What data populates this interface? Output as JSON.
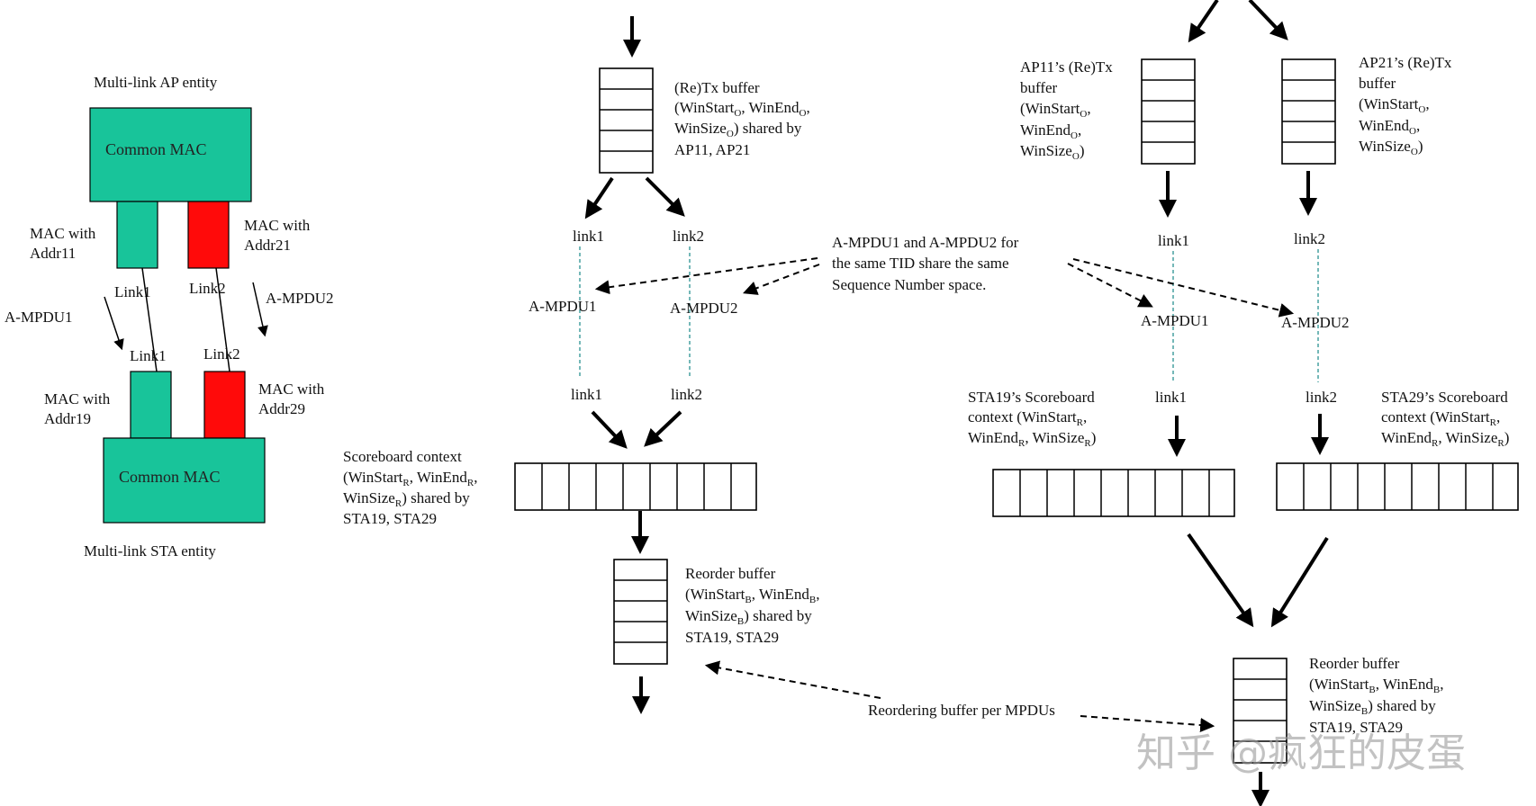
{
  "colors": {
    "teal": "#18c49a",
    "red": "#ff0a0a",
    "black": "#000000"
  },
  "left": {
    "ap_entity": "Multi-link AP entity",
    "sta_entity": "Multi-link STA entity",
    "common_mac": "Common MAC",
    "mac11_l1": "MAC with",
    "mac11_l2": "Addr11",
    "mac21_l1": "MAC with",
    "mac21_l2": "Addr21",
    "mac19_l1": "MAC with",
    "mac19_l2": "Addr19",
    "mac29_l1": "MAC with",
    "mac29_l2": "Addr29",
    "link1": "Link1",
    "link2": "Link2",
    "ampdu1": "A-MPDU1",
    "ampdu2": "A-MPDU2"
  },
  "middle": {
    "tx_l1": "(Re)Tx buffer",
    "tx_l2_a": "(WinStart",
    "tx_l2_b": ", WinEnd",
    "tx_l2_c": ",",
    "tx_l3_a": "WinSize",
    "tx_l3_b": ") shared by",
    "tx_l4": "AP11, AP21",
    "link1": "link1",
    "link2": "link2",
    "ampdu1": "A-MPDU1",
    "ampdu2": "A-MPDU2",
    "note_l1": "A-MPDU1 and A-MPDU2 for",
    "note_l2": "the same TID share the same",
    "note_l3": "Sequence Number space.",
    "sb_l1": "Scoreboard context",
    "sb_l2_a": "(WinStart",
    "sb_l2_b": ", WinEnd",
    "sb_l2_c": ",",
    "sb_l3_a": "WinSize",
    "sb_l3_b": ") shared by",
    "sb_l4": "STA19, STA29",
    "rb_l1": "Reorder buffer",
    "rb_l2_a": "(WinStart",
    "rb_l2_b": ", WinEnd",
    "rb_l2_c": ",",
    "rb_l3_a": "WinSize",
    "rb_l3_b": ") shared by",
    "rb_l4": "STA19, STA29",
    "reorder_note": "Reordering buffer per MPDUs"
  },
  "right": {
    "ap11_l1": "AP11’s (Re)Tx",
    "ap11_l2": "buffer",
    "ap21_l1": "AP21’s (Re)Tx",
    "ap21_l2": "buffer",
    "ws_a": "(WinStart",
    "ws_b": ",",
    "we_a": "WinEnd",
    "we_b": ",",
    "wz_a": "WinSize",
    "wz_b": ")",
    "link1": "link1",
    "link2": "link2",
    "ampdu1": "A-MPDU1",
    "ampdu2": "A-MPDU2",
    "sta19_l1": "STA19’s Scoreboard",
    "sta19_l2_a": "context (WinStart",
    "sta19_l2_b": ",",
    "sta19_l3_a": "WinEnd",
    "sta19_l3_b": ", WinSize",
    "sta19_l3_c": ")",
    "sta29_l1": "STA29’s Scoreboard",
    "sta29_l2_a": "context (WinStart",
    "sta29_l2_b": ",",
    "sta29_l3_a": "WinEnd",
    "sta29_l3_b": ", WinSize",
    "sta29_l3_c": ")",
    "rb_l1": "Reorder buffer",
    "rb_l2_a": "(WinStart",
    "rb_l2_b": ", WinEnd",
    "rb_l2_c": ",",
    "rb_l3_a": "WinSize",
    "rb_l3_b": ") shared by",
    "rb_l4": "STA19, STA29"
  },
  "subscripts": {
    "O": "O",
    "R": "R",
    "B": "B"
  },
  "watermark": "知乎 @疯狂的皮蛋"
}
